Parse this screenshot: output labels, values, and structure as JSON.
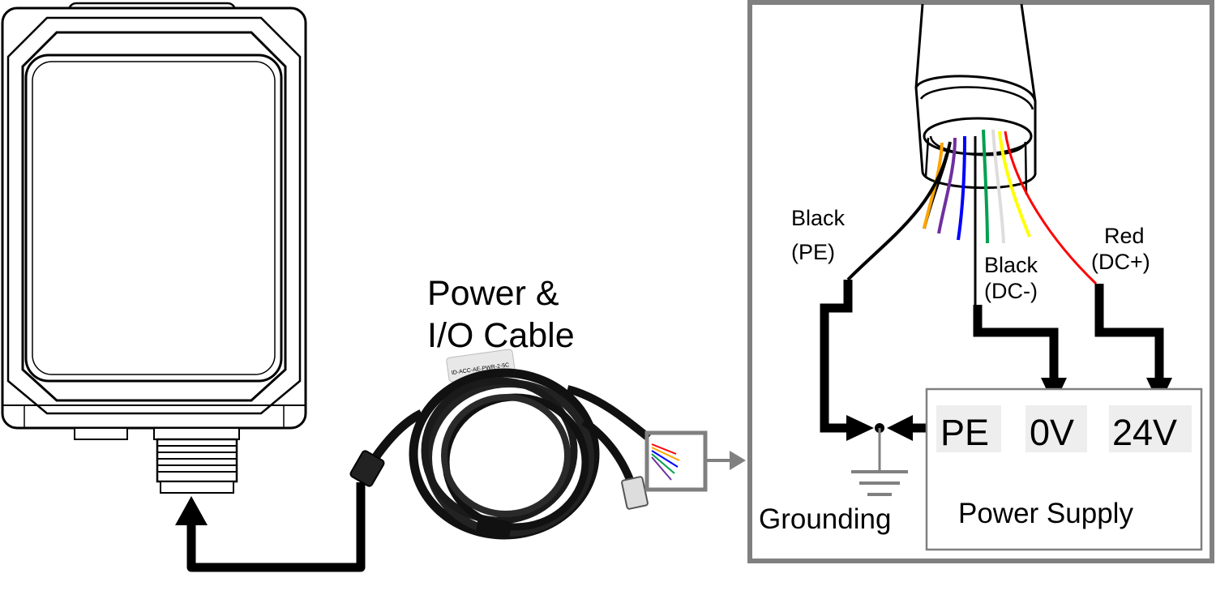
{
  "labels": {
    "cable_title_line1": "Power &",
    "cable_title_line2": "I/O Cable",
    "wire_pe_line1": "Black",
    "wire_pe_line2": "(PE)",
    "wire_dcminus_line1": "Black",
    "wire_dcminus_line2": "(DC-)",
    "wire_dcplus_line1": "Red",
    "wire_dcplus_line2": "(DC+)",
    "terminal_pe": "PE",
    "terminal_0v": "0V",
    "terminal_24v": "24V",
    "grounding": "Grounding",
    "power_supply": "Power Supply",
    "cable_tag": "ID-ACC-AE-PWR-2-5C"
  },
  "colors": {
    "frame_gray": "#808080",
    "terminal_bg": "#eeeeee",
    "wire_black": "#000000",
    "wire_red": "#ff0000",
    "wire_orange": "#ffa500",
    "wire_purple": "#7030a0",
    "wire_blue": "#0000ff",
    "wire_green": "#00a050",
    "wire_white": "#dddddd",
    "wire_yellow": "#ffff00"
  }
}
